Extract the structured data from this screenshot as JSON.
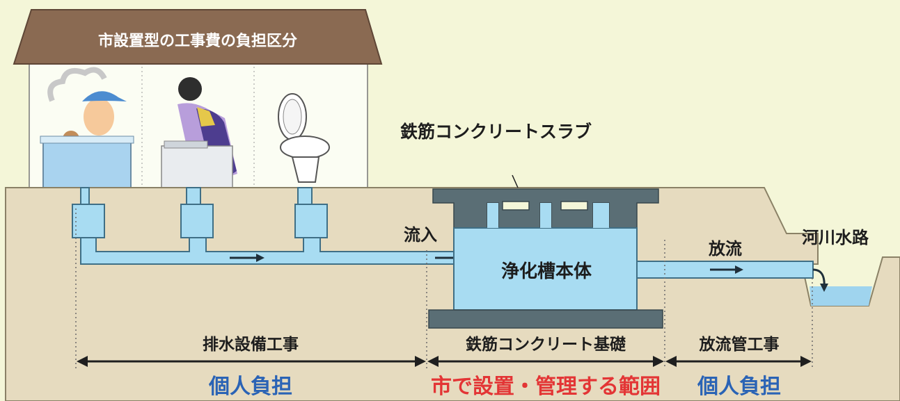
{
  "house": {
    "title": "市設置型の工事費の負担区分"
  },
  "labels": {
    "slab": "鉄筋コンクリートスラブ",
    "inflow": "流入",
    "tank": "浄化槽本体",
    "discharge": "放流",
    "river": "河川水路"
  },
  "sections": [
    {
      "label": "排水設備工事",
      "payer": "個人負担"
    },
    {
      "label": "鉄筋コンクリート基礎",
      "payer": "市で設置・管理する範囲"
    },
    {
      "label": "放流管工事",
      "payer": "個人負担"
    }
  ],
  "colors": {
    "ground": "#e6dbbf",
    "water": "#a8dcf2",
    "concrete": "#5a6e75",
    "roof": "#8a6a52",
    "private_payer": "#2a63b5",
    "city_payer": "#e33535"
  },
  "icons": [
    "bath-icon",
    "sink-icon",
    "toilet-icon",
    "arrow-right-icon"
  ]
}
